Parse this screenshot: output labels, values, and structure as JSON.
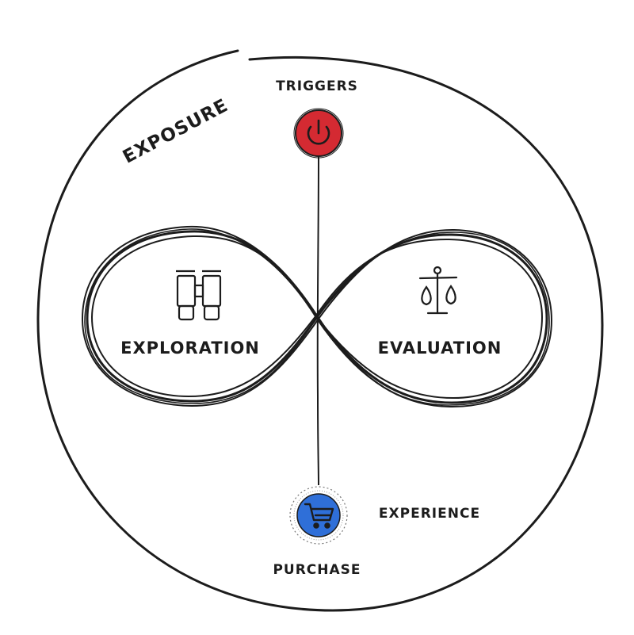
{
  "labels": {
    "exposure": "EXPOSURE",
    "triggers": "TRIGGERS",
    "exploration": "EXPLORATION",
    "evaluation": "EVALUATION",
    "experience": "EXPERIENCE",
    "purchase": "PURCHASE"
  },
  "icons": {
    "trigger": "power-icon",
    "exploration": "binoculars-icon",
    "evaluation": "scales-icon",
    "purchase": "shopping-cart-icon"
  },
  "colors": {
    "stroke": "#1c1c1c",
    "trigger_fill": "#d42a32",
    "purchase_fill": "#2f6fd8"
  }
}
